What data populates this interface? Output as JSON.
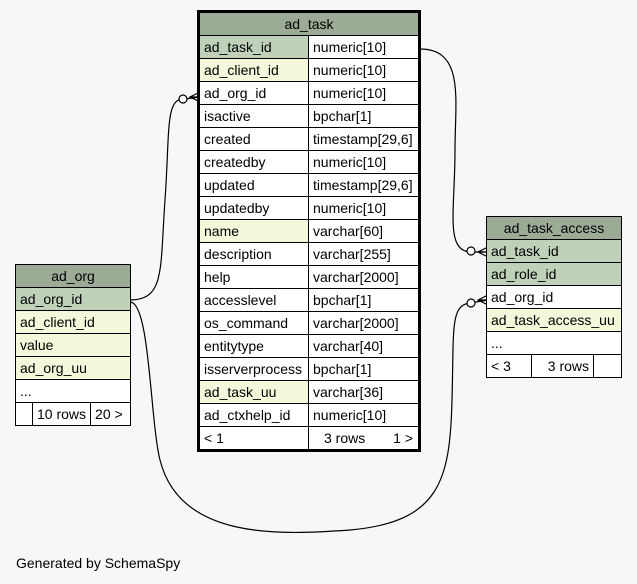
{
  "footer": "Generated by SchemaSpy",
  "ad_task": {
    "title": "ad_task",
    "columns": [
      {
        "name": "ad_task_id",
        "type": "numeric[10]",
        "kind": "pk"
      },
      {
        "name": "ad_client_id",
        "type": "numeric[10]",
        "kind": "fk"
      },
      {
        "name": "ad_org_id",
        "type": "numeric[10]",
        "kind": "plain"
      },
      {
        "name": "isactive",
        "type": "bpchar[1]",
        "kind": "plain"
      },
      {
        "name": "created",
        "type": "timestamp[29,6]",
        "kind": "plain"
      },
      {
        "name": "createdby",
        "type": "numeric[10]",
        "kind": "plain"
      },
      {
        "name": "updated",
        "type": "timestamp[29,6]",
        "kind": "plain"
      },
      {
        "name": "updatedby",
        "type": "numeric[10]",
        "kind": "plain"
      },
      {
        "name": "name",
        "type": "varchar[60]",
        "kind": "fk"
      },
      {
        "name": "description",
        "type": "varchar[255]",
        "kind": "plain"
      },
      {
        "name": "help",
        "type": "varchar[2000]",
        "kind": "plain"
      },
      {
        "name": "accesslevel",
        "type": "bpchar[1]",
        "kind": "plain"
      },
      {
        "name": "os_command",
        "type": "varchar[2000]",
        "kind": "plain"
      },
      {
        "name": "entitytype",
        "type": "varchar[40]",
        "kind": "plain"
      },
      {
        "name": "isserverprocess",
        "type": "bpchar[1]",
        "kind": "plain"
      },
      {
        "name": "ad_task_uu",
        "type": "varchar[36]",
        "kind": "fk"
      },
      {
        "name": "ad_ctxhelp_id",
        "type": "numeric[10]",
        "kind": "plain"
      }
    ],
    "footer": {
      "left": "< 1",
      "mid": "3 rows",
      "right": "1 >"
    }
  },
  "ad_org": {
    "title": "ad_org",
    "columns": [
      {
        "name": "ad_org_id",
        "kind": "pk"
      },
      {
        "name": "ad_client_id",
        "kind": "fk"
      },
      {
        "name": "value",
        "kind": "fk"
      },
      {
        "name": "ad_org_uu",
        "kind": "fk"
      },
      {
        "name": "...",
        "kind": "plain"
      }
    ],
    "footer": {
      "left": "",
      "mid": "10 rows",
      "right": "20 >"
    }
  },
  "ad_task_access": {
    "title": "ad_task_access",
    "columns": [
      {
        "name": "ad_task_id",
        "kind": "pk"
      },
      {
        "name": "ad_role_id",
        "kind": "pk"
      },
      {
        "name": "ad_org_id",
        "kind": "plain"
      },
      {
        "name": "ad_task_access_uu",
        "kind": "fk"
      },
      {
        "name": "...",
        "kind": "plain"
      }
    ],
    "footer": {
      "left": "< 3",
      "mid": "3 rows",
      "right": ""
    }
  },
  "colors": {
    "header": "#9bab96",
    "pk": "#bfd2b9",
    "fk": "#f4f7da",
    "background": "#f7f7f7"
  }
}
